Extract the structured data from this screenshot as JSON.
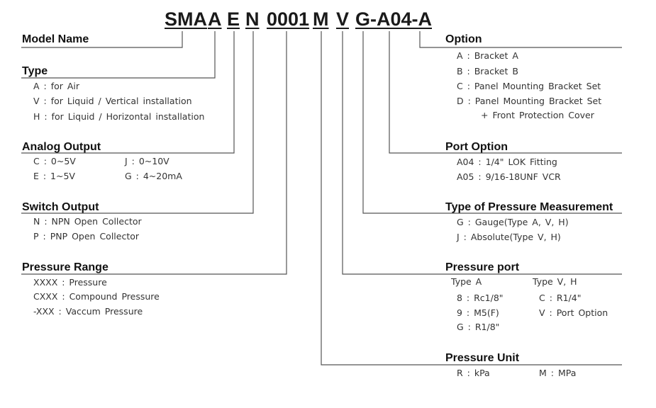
{
  "code": {
    "sma": "SMA",
    "a": "A",
    "e": "E",
    "n": "N",
    "range": "0001",
    "m": "M",
    "v": "V",
    "port": "G-A04-A"
  },
  "model_name": {
    "title": "Model Name"
  },
  "type": {
    "title": "Type",
    "items": [
      "A : for Air",
      "V : for Liquid / Vertical installation",
      "H : for Liquid / Horizontal installation"
    ]
  },
  "analog_output": {
    "title": "Analog Output",
    "items": [
      "C : 0~5V",
      "J : 0~10V",
      "E : 1~5V",
      "G : 4~20mA"
    ]
  },
  "switch_output": {
    "title": "Switch Output",
    "items": [
      "N : NPN Open Collector",
      "P : PNP Open Collector"
    ]
  },
  "pressure_range": {
    "title": "Pressure Range",
    "items": [
      "XXXX : Pressure",
      "CXXX : Compound Pressure",
      "-XXX : Vaccum Pressure"
    ]
  },
  "option": {
    "title": "Option",
    "items": [
      "A : Bracket A",
      "B : Bracket B",
      "C : Panel Mounting Bracket Set",
      "D : Panel Mounting Bracket Set",
      "+ Front Protection Cover"
    ]
  },
  "port_option": {
    "title": "Port Option",
    "items": [
      "A04 : 1/4\" LOK Fitting",
      "A05 : 9/16-18UNF VCR"
    ]
  },
  "measurement": {
    "title": "Type of Pressure Measurement",
    "items": [
      "G : Gauge(Type A, V, H)",
      "J : Absolute(Type V, H)"
    ]
  },
  "pressure_port": {
    "title": "Pressure port",
    "col_a": "Type A",
    "col_vh": "Type V, H",
    "items_a": [
      "8 : Rc1/8\"",
      "9 : M5(F)",
      "G : R1/8\""
    ],
    "items_vh": [
      "C : R1/4\"",
      "V : Port Option"
    ]
  },
  "pressure_unit": {
    "title": "Pressure Unit",
    "items": [
      "R : kPa",
      "M : MPa"
    ]
  },
  "colors": {
    "line": "#555555",
    "text": "#333333",
    "heading": "#111111"
  }
}
